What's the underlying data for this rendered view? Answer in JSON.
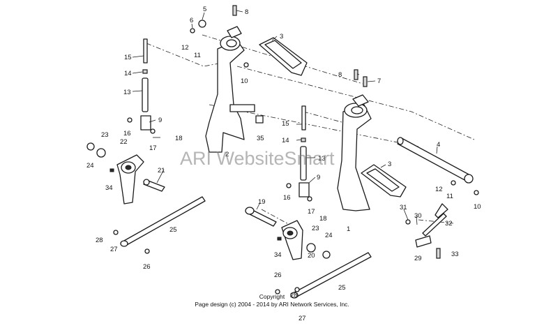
{
  "watermark": "ARI WebsiteSmart",
  "footer": {
    "copyright": "Copyright",
    "page_design": "Page design (c) 2004 - 2014 by ARI Network Services, Inc."
  },
  "callouts": [
    "8",
    "5",
    "6",
    "12",
    "11",
    "3",
    "15",
    "14",
    "10",
    "13",
    "8",
    "7",
    "9",
    "16",
    "17",
    "18",
    "35",
    "2",
    "23",
    "22",
    "24",
    "21",
    "34",
    "15",
    "14",
    "13",
    "4",
    "9",
    "16",
    "3",
    "12",
    "11",
    "10",
    "17",
    "18",
    "19",
    "31",
    "30",
    "32",
    "1",
    "25",
    "28",
    "27",
    "23",
    "24",
    "34",
    "20",
    "29",
    "33",
    "26",
    "26",
    "25",
    "28",
    "27"
  ]
}
